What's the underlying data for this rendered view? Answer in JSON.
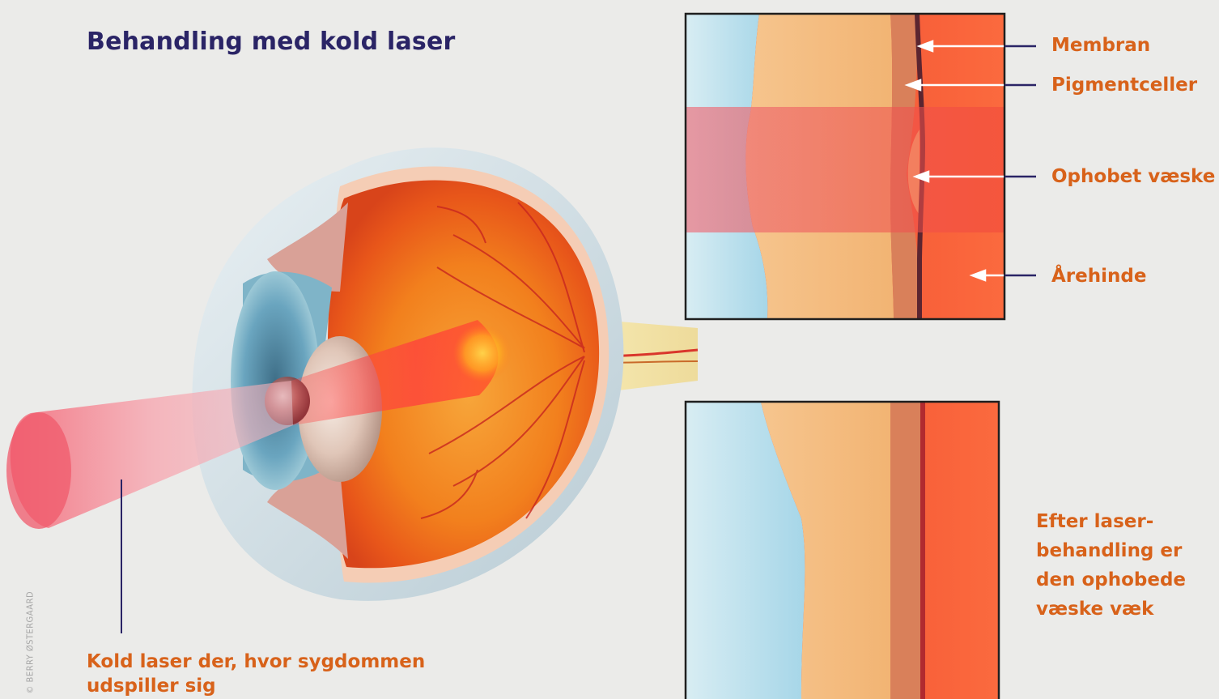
{
  "title": "Behandling med kold laser",
  "labels": {
    "membrane": "Membran",
    "pigment_cells": "Pigmentceller",
    "accumulated_fluid": "Ophobet væske",
    "choroid": "Årehinde"
  },
  "after_treatment": [
    "Efter laser-",
    "behandling er",
    "den ophobede",
    "væske væk"
  ],
  "laser_caption": [
    "Kold laser der, hvor sygdommen",
    "udspiller sig"
  ],
  "credit": "© BERRY ØSTERGAARD",
  "colors": {
    "title": "#2a2466",
    "label": "#d8621a",
    "background": "#ebebe9"
  }
}
